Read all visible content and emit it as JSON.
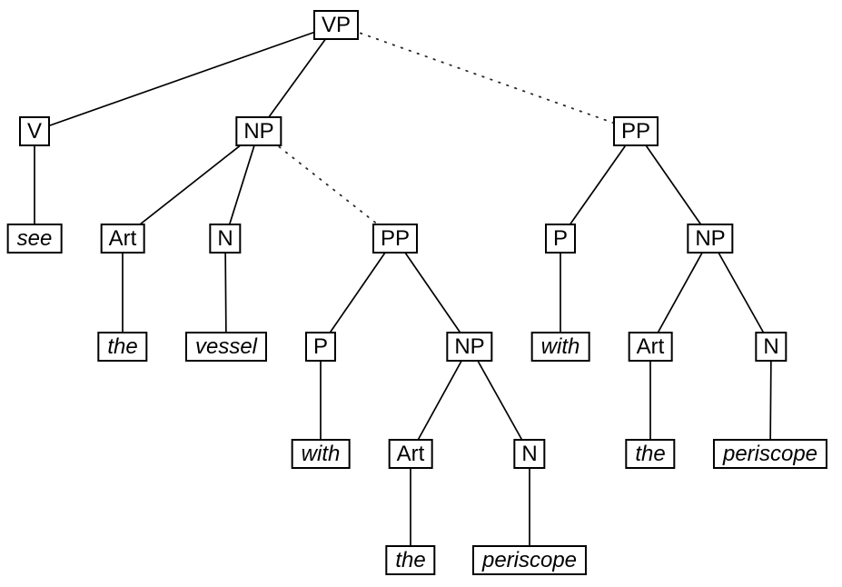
{
  "diagram": {
    "type": "syntax-parse-tree",
    "description": "Verb-phrase parse tree with ambiguous prepositional-phrase attachment shown by dotted edges",
    "colors": {
      "background": "#ffffff",
      "box_fill": "#ffffff",
      "box_border": "#000000",
      "solid_edge": "#000000",
      "dotted_edge": "#2a2a2a",
      "text": "#000000"
    },
    "nodes": {
      "vp": {
        "label": "VP",
        "kind": "phrase"
      },
      "v": {
        "label": "V",
        "kind": "category"
      },
      "np1": {
        "label": "NP",
        "kind": "phrase"
      },
      "pp_right": {
        "label": "PP",
        "kind": "phrase"
      },
      "see": {
        "label": "see",
        "kind": "word"
      },
      "art1": {
        "label": "Art",
        "kind": "category"
      },
      "n1": {
        "label": "N",
        "kind": "category"
      },
      "pp_mid": {
        "label": "PP",
        "kind": "phrase"
      },
      "the1": {
        "label": "the",
        "kind": "word"
      },
      "vessel": {
        "label": "vessel",
        "kind": "word"
      },
      "p_mid": {
        "label": "P",
        "kind": "category"
      },
      "np_mid": {
        "label": "NP",
        "kind": "phrase"
      },
      "with_mid": {
        "label": "with",
        "kind": "word"
      },
      "art_mid": {
        "label": "Art",
        "kind": "category"
      },
      "n_mid": {
        "label": "N",
        "kind": "category"
      },
      "the_mid": {
        "label": "the",
        "kind": "word"
      },
      "periscope_mid": {
        "label": "periscope",
        "kind": "word"
      },
      "p_right": {
        "label": "P",
        "kind": "category"
      },
      "np_right": {
        "label": "NP",
        "kind": "phrase"
      },
      "with_right": {
        "label": "with",
        "kind": "word"
      },
      "art_right": {
        "label": "Art",
        "kind": "category"
      },
      "n_right": {
        "label": "N",
        "kind": "category"
      },
      "the_right": {
        "label": "the",
        "kind": "word"
      },
      "periscope_right": {
        "label": "periscope",
        "kind": "word"
      }
    },
    "edges": [
      {
        "from": "vp",
        "to": "v",
        "style": "solid"
      },
      {
        "from": "vp",
        "to": "np1",
        "style": "solid"
      },
      {
        "from": "vp",
        "to": "pp_right",
        "style": "dotted"
      },
      {
        "from": "v",
        "to": "see",
        "style": "solid"
      },
      {
        "from": "np1",
        "to": "art1",
        "style": "solid"
      },
      {
        "from": "np1",
        "to": "n1",
        "style": "solid"
      },
      {
        "from": "np1",
        "to": "pp_mid",
        "style": "dotted"
      },
      {
        "from": "art1",
        "to": "the1",
        "style": "solid"
      },
      {
        "from": "n1",
        "to": "vessel",
        "style": "solid"
      },
      {
        "from": "pp_mid",
        "to": "p_mid",
        "style": "solid"
      },
      {
        "from": "pp_mid",
        "to": "np_mid",
        "style": "solid"
      },
      {
        "from": "p_mid",
        "to": "with_mid",
        "style": "solid"
      },
      {
        "from": "np_mid",
        "to": "art_mid",
        "style": "solid"
      },
      {
        "from": "np_mid",
        "to": "n_mid",
        "style": "solid"
      },
      {
        "from": "art_mid",
        "to": "the_mid",
        "style": "solid"
      },
      {
        "from": "n_mid",
        "to": "periscope_mid",
        "style": "solid"
      },
      {
        "from": "pp_right",
        "to": "p_right",
        "style": "solid"
      },
      {
        "from": "pp_right",
        "to": "np_right",
        "style": "solid"
      },
      {
        "from": "p_right",
        "to": "with_right",
        "style": "solid"
      },
      {
        "from": "np_right",
        "to": "art_right",
        "style": "solid"
      },
      {
        "from": "np_right",
        "to": "n_right",
        "style": "solid"
      },
      {
        "from": "art_right",
        "to": "the_right",
        "style": "solid"
      },
      {
        "from": "n_right",
        "to": "periscope_right",
        "style": "solid"
      }
    ]
  }
}
